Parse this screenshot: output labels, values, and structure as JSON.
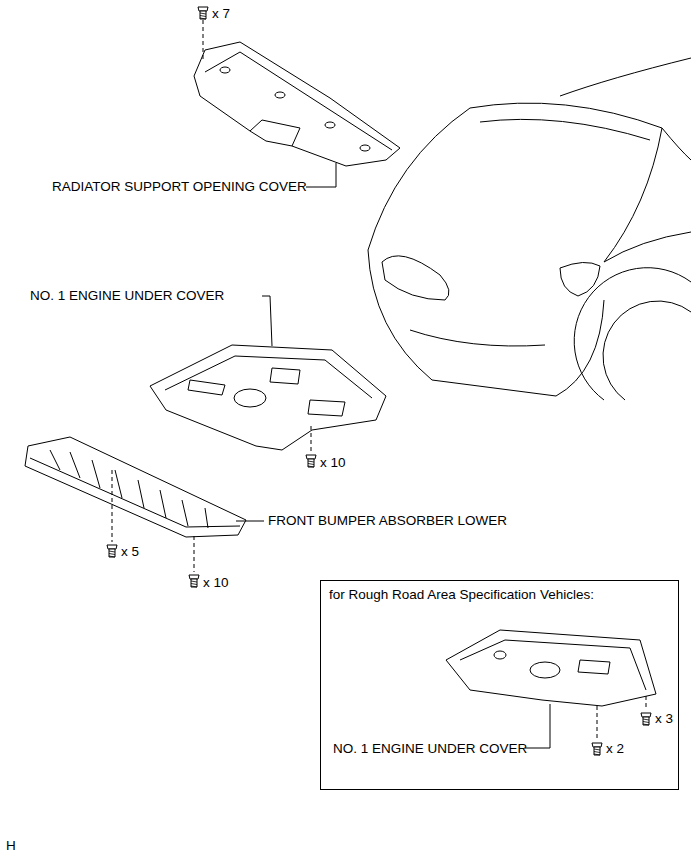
{
  "diagram": {
    "nodes": [
      {
        "text": [
          "for Rough Road Area Specification Vehicles:",
          "NO. 1 ENGINE UNDER COVER",
          "x 2",
          "x 3"
        ]
      }
    ],
    "labels": [
      "x 7",
      "RADIATOR SUPPORT OPENING COVER",
      "NO. 1 ENGINE UNDER COVER",
      "x 10",
      "FRONT BUMPER ABSORBER LOWER",
      "x 5",
      "x 10",
      "H"
    ]
  }
}
